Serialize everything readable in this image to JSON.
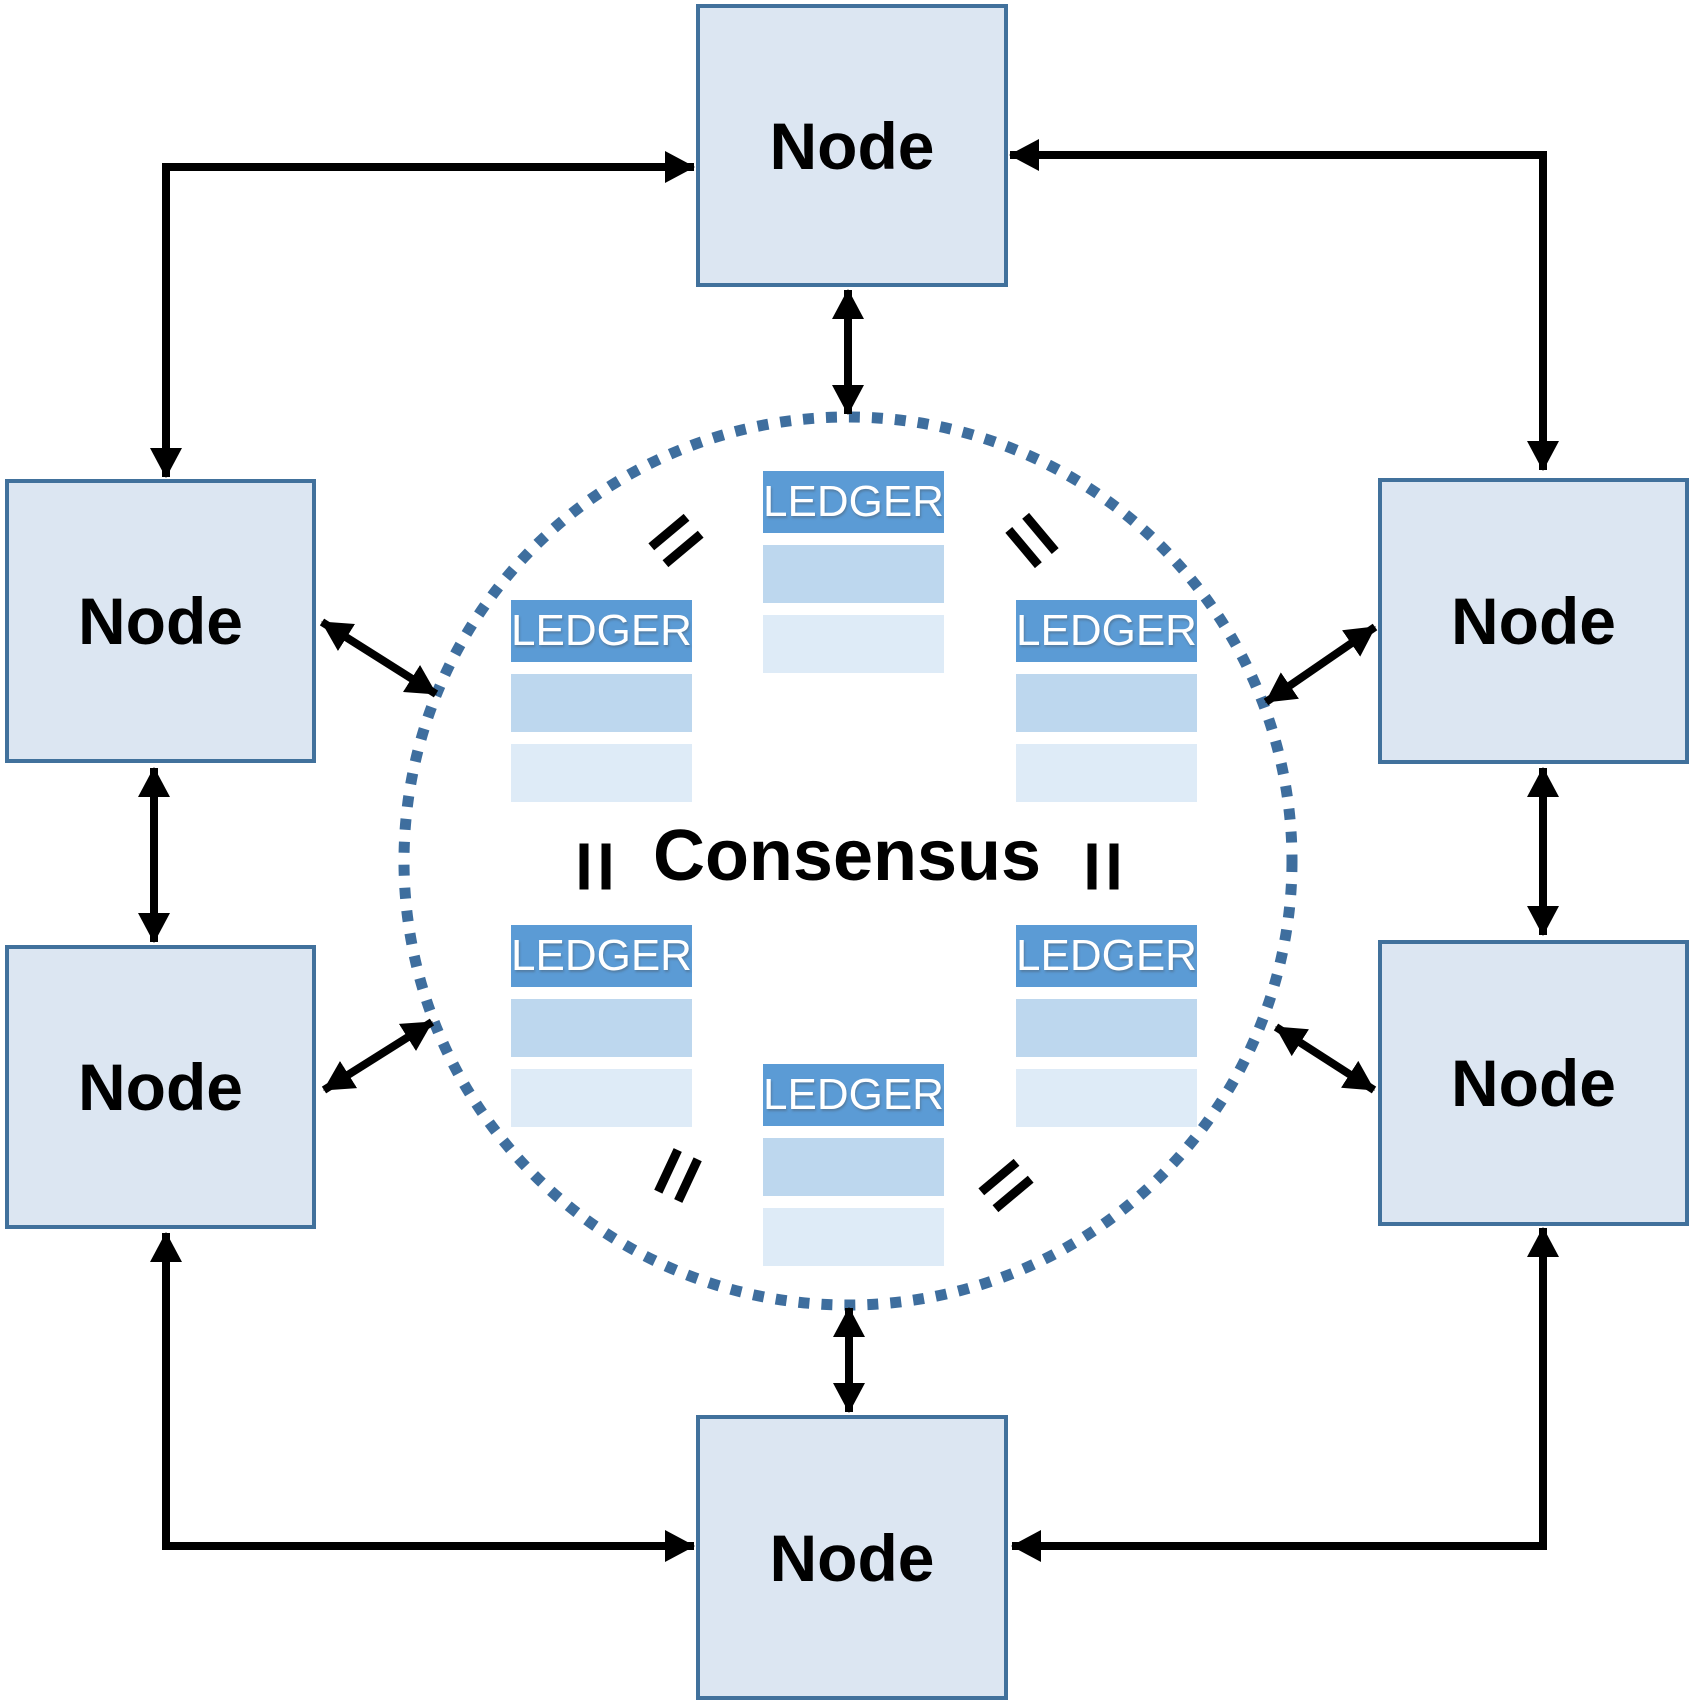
{
  "nodes": [
    {
      "id": "top",
      "label": "Node"
    },
    {
      "id": "left-upper",
      "label": "Node"
    },
    {
      "id": "left-lower",
      "label": "Node"
    },
    {
      "id": "right-upper",
      "label": "Node"
    },
    {
      "id": "right-lower",
      "label": "Node"
    },
    {
      "id": "bottom",
      "label": "Node"
    }
  ],
  "center": {
    "label": "Consensus"
  },
  "ledgers": [
    {
      "id": "top-center",
      "label": "LEDGER"
    },
    {
      "id": "upper-left",
      "label": "LEDGER"
    },
    {
      "id": "upper-right",
      "label": "LEDGER"
    },
    {
      "id": "lower-left",
      "label": "LEDGER"
    },
    {
      "id": "lower-right",
      "label": "LEDGER"
    },
    {
      "id": "bottom-center",
      "label": "LEDGER"
    }
  ],
  "icons": {
    "equals": {
      "glyph": "=",
      "count": 6
    }
  },
  "colors": {
    "node_fill": "#dce6f2",
    "node_border": "#41719c",
    "ledger_header": "#5b9bd5",
    "ledger_row1": "#bdd7ee",
    "ledger_row2": "#deebf7",
    "circle_dots": "#3e6e9e",
    "arrow_color": "#000000",
    "text_color": "#000000"
  }
}
